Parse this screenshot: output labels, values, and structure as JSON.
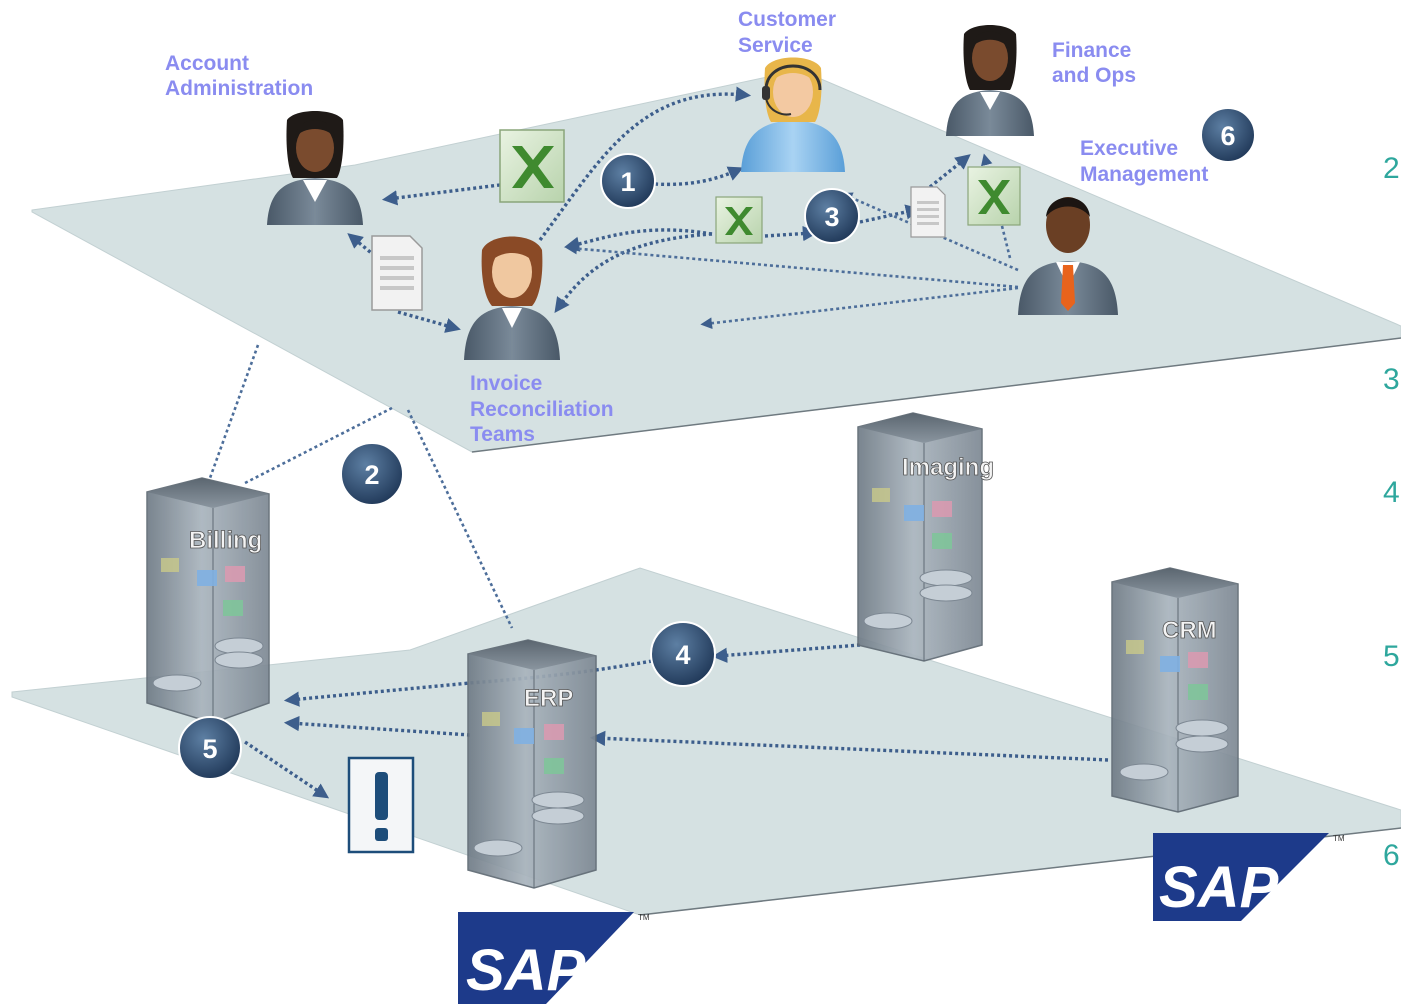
{
  "roles": {
    "customer_service": [
      "Customer",
      "Service"
    ],
    "account_admin": [
      "Account",
      "Administration"
    ],
    "finance_ops": [
      "Finance",
      "and Ops"
    ],
    "executive": [
      "Executive",
      "Management"
    ],
    "invoice_teams": [
      "Invoice",
      "Reconciliation",
      "Teams"
    ]
  },
  "systems": {
    "billing": "Billing",
    "imaging": "Imaging",
    "erp": "ERP",
    "crm": "CRM"
  },
  "badges": [
    "1",
    "2",
    "3",
    "4",
    "5",
    "6"
  ],
  "side_numbers": [
    "2",
    "3",
    "4",
    "5",
    "6"
  ],
  "logos": {
    "sap": "SAP",
    "trademark": "TM"
  },
  "colors": {
    "plane": "#d5e1e2",
    "label": "#8a8cf0",
    "badge": "#2f4f70",
    "side_number": "#2ea79d",
    "arrow": "#3d5e8c",
    "sap_blue": "#1d3a8a"
  }
}
